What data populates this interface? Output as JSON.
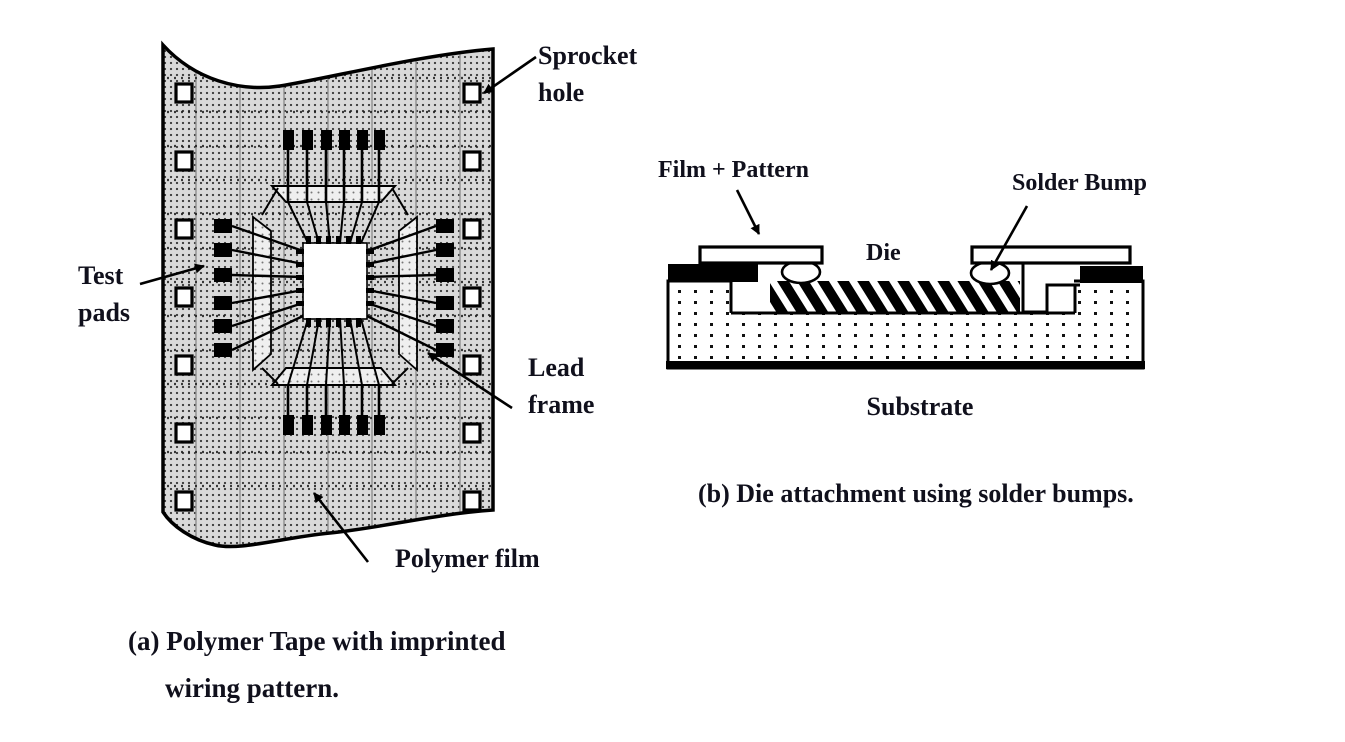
{
  "figure_a": {
    "labels": {
      "sprocket_hole": "Sprocket hole",
      "test_pads": "Test pads",
      "lead_frame": "Lead frame",
      "polymer_film": "Polymer film"
    },
    "caption_line1": "(a) Polymer Tape with imprinted",
    "caption_line2": "wiring pattern."
  },
  "figure_b": {
    "labels": {
      "film_pattern": "Film + Pattern",
      "solder_bump": "Solder Bump",
      "die": "Die",
      "substrate": "Substrate"
    },
    "caption": "(b) Die attachment using solder bumps."
  },
  "colors": {
    "ink": "#10101c",
    "line": "#000000",
    "tape_fill": "#d9d9d9",
    "background": "#ffffff"
  }
}
